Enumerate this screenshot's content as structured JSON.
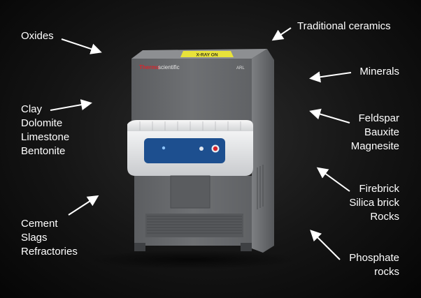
{
  "machine": {
    "brand_thermo": "Thermo",
    "brand_scientific": "scientific",
    "warning_light": "X-RAY ON",
    "model_mark": "ARL"
  },
  "labels": {
    "oxides": [
      "Oxides"
    ],
    "traditional_ceramics": [
      "Traditional ceramics"
    ],
    "minerals": [
      "Minerals"
    ],
    "clay_group": [
      "Clay",
      "Dolomite",
      "Limestone",
      "Bentonite"
    ],
    "feldspar_group": [
      "Feldspar",
      "Bauxite",
      "Magnesite"
    ],
    "cement_group": [
      "Cement",
      "Slags",
      "Refractories"
    ],
    "firebrick_group": [
      "Firebrick",
      "Silica brick",
      "Rocks"
    ],
    "phosphate_group": [
      "Phosphate",
      "rocks"
    ]
  },
  "colors": {
    "background": "#141414",
    "arrow": "#ffffff",
    "machine_body": "#6a6c6f",
    "light_yellow": "#e8e23a",
    "panel_blue": "#1d4f8f",
    "brand_red": "#d9242b"
  }
}
